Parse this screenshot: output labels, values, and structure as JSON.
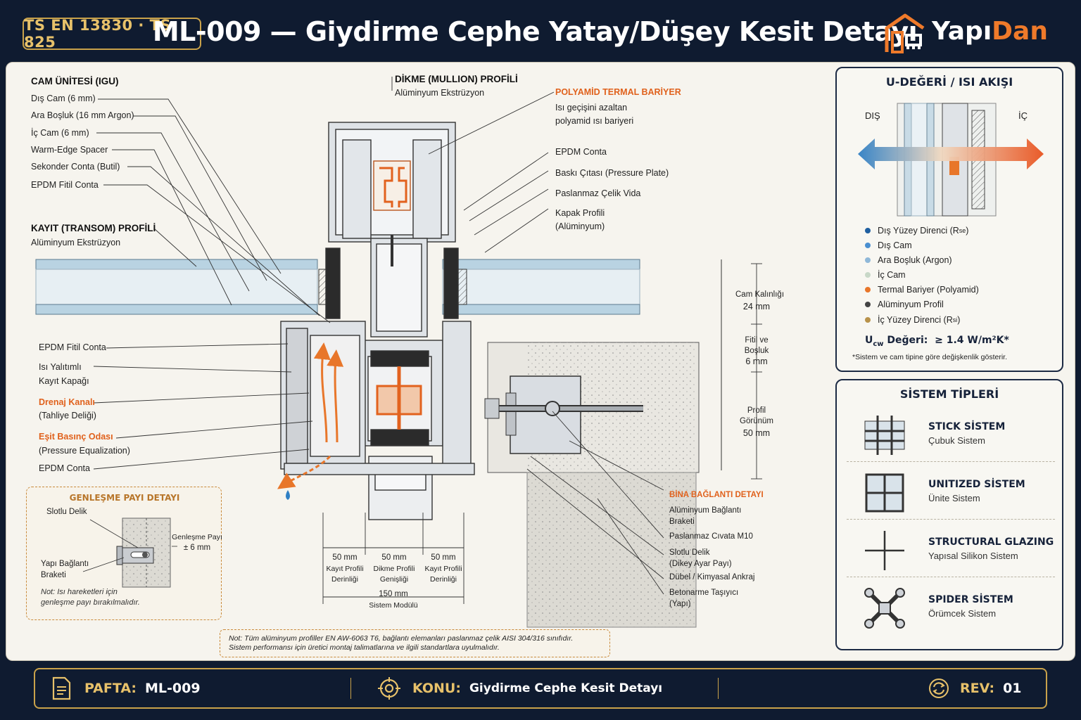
{
  "header": {
    "standard_badge": "TS EN 13830 · TS 825",
    "title": "ML-009 — Giydirme Cephe Yatay/Düşey Kesit Detayı",
    "logo_main": "Yapı",
    "logo_accent": "Dan"
  },
  "left_labels": {
    "igu_title": "CAM ÜNİTESİ (IGU)",
    "igu_items": [
      "Dış Cam  (6 mm)",
      "Ara Boşluk (16 mm Argon)",
      "İç Cam (6 mm)",
      "Warm-Edge Spacer",
      "Sekonder Conta (Butil)",
      "EPDM Fitil Conta"
    ],
    "transom_title": "KAYIT (TRANSOM) PROFİLİ",
    "transom_sub": "Alüminyum Ekstrüzyon",
    "lower_items": [
      "EPDM Fitil Conta",
      "Isı Yalıtımlı",
      "Kayıt Kapağı"
    ],
    "drain_title": "Drenaj Kanalı",
    "drain_sub": "(Tahliye Deliği)",
    "pressure_title": "Eşit Basınç Odası",
    "pressure_sub": "(Pressure Equalization)",
    "epdm_conta": "EPDM Conta"
  },
  "top_labels": {
    "mullion_title": "DİKME (MULLION) PROFİLİ",
    "mullion_sub": "Alüminyum Ekstrüzyon",
    "thermal_title": "POLYAMİD TERMAL BARİYER",
    "thermal_sub1": "Isı geçişini azaltan",
    "thermal_sub2": "polyamid ısı bariyeri",
    "right_items": [
      "EPDM Conta",
      "Baskı Çıtası (Pressure Plate)",
      "Paslanmaz Çelik Vida",
      "Kapak Profili",
      "(Alüminyum)"
    ]
  },
  "dimensions": {
    "glass_thickness": [
      "Cam Kalınlığı",
      "24 mm"
    ],
    "gasket_gap": [
      "Fitil ve",
      "Boşluk",
      "6 mm"
    ],
    "profile_face": [
      "Profil",
      "Görünüm",
      "50 mm"
    ],
    "bottom": [
      [
        "50 mm",
        "Kayıt Profili",
        "Derinliği"
      ],
      [
        "50 mm",
        "Dikme Profili",
        "Genişliği"
      ],
      [
        "50 mm",
        "Kayıt Profili",
        "Derinliği"
      ]
    ],
    "module": [
      "150 mm",
      "Sistem Modülü"
    ]
  },
  "building_connection": {
    "title": "BİNA BAĞLANTI DETAYI",
    "items": [
      [
        "Alüminyum Bağlantı",
        "Braketi"
      ],
      [
        "Paslanmaz Cıvata M10"
      ],
      [
        "Slotlu Delik",
        "(Dikey Ayar Payı)"
      ],
      [
        "Dübel / Kimyasal Ankraj"
      ],
      [
        "Betonarme Taşıyıcı",
        "(Yapı)"
      ]
    ]
  },
  "expansion": {
    "title": "GENLEŞME PAYI DETAYI",
    "slot": "Slotlu Delik",
    "bracket": [
      "Yapı Bağlantı",
      "Braketi"
    ],
    "gap": [
      "Genleşme Payı",
      "± 6 mm"
    ],
    "note": [
      "Not: Isı hareketleri için",
      "genleşme payı bırakılmalıdır."
    ]
  },
  "note": {
    "line1": "Not: Tüm alüminyum profiller EN AW-6063 T6, bağlantı elemanları paslanmaz çelik AISI 304/316 sınıfıdır.",
    "line2": "Sistem performansı için üretici montaj talimatlarına ve ilgili standartlara uyulmalıdır."
  },
  "u_value_panel": {
    "title": "U-DEĞERİ / ISI AKIŞI",
    "outside": "DIŞ",
    "inside": "İÇ",
    "legend": [
      {
        "label": "Dış Yüzey Direnci (R",
        "sub": "se",
        "tail": ")",
        "color": "#1f5fa0"
      },
      {
        "label": "Dış Cam",
        "sub": "",
        "tail": "",
        "color": "#4a8fd0"
      },
      {
        "label": "Ara Boşluk (Argon)",
        "sub": "",
        "tail": "",
        "color": "#8fb8d8"
      },
      {
        "label": "İç Cam",
        "sub": "",
        "tail": "",
        "color": "#c8d8c8"
      },
      {
        "label": "Termal Bariyer (Polyamid)",
        "sub": "",
        "tail": "",
        "color": "#e8762a"
      },
      {
        "label": "Alüminyum Profil",
        "sub": "",
        "tail": "",
        "color": "#444444"
      },
      {
        "label": "İç Yüzey Direnci (R",
        "sub": "si",
        "tail": ")",
        "color": "#b8924a"
      }
    ],
    "ucw_label_pre": "U",
    "ucw_label_sub": "cw",
    "ucw_label_post": " Değeri:",
    "ucw_value": "≥ 1.4 W/m²K*",
    "ucw_note": "*Sistem ve cam tipine göre değişkenlik gösterir."
  },
  "system_types": {
    "title": "SİSTEM TİPLERİ",
    "items": [
      {
        "name": "STICK SİSTEM",
        "sub": "Çubuk Sistem",
        "icon": "stick-system-icon"
      },
      {
        "name": "UNITIZED SİSTEM",
        "sub": "Ünite Sistem",
        "icon": "unitized-system-icon"
      },
      {
        "name": "STRUCTURAL GLAZING",
        "sub": "Yapısal Silikon Sistem",
        "icon": "structural-glazing-icon"
      },
      {
        "name": "SPIDER SİSTEM",
        "sub": "Örümcek Sistem",
        "icon": "spider-system-icon"
      }
    ]
  },
  "footer": {
    "sheet_key": "PAFTA:",
    "sheet_val": "ML-009",
    "subject_key": "KONU:",
    "subject_val": "Giydirme Cephe Kesit Detayı",
    "rev_key": "REV:",
    "rev_val": "01"
  },
  "colors": {
    "navy": "#0f1b30",
    "gold": "#c9a24a",
    "orange": "#e0611c",
    "glass_blue": "#b9d3e2",
    "aluminium": "#d9dde2",
    "gasket": "#2b2b2b",
    "concrete": "#d8d6d0"
  }
}
